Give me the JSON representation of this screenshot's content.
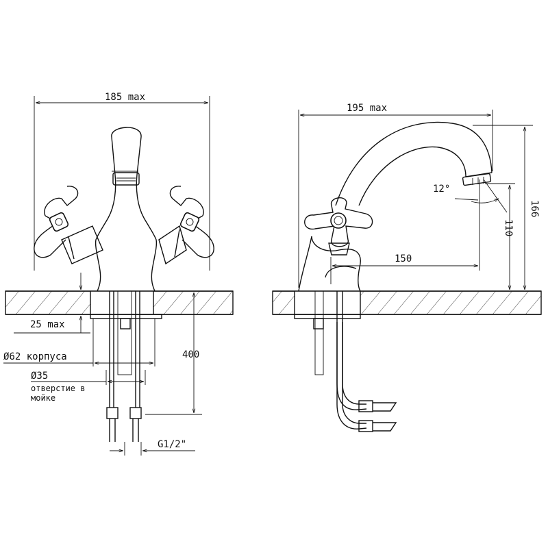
{
  "front_view": {
    "width_label": "185 max",
    "clamp_label": "25 max",
    "body_diameter_label": "Ø62 корпуса",
    "hole_diameter_label": "Ø35",
    "hole_note_line1": "отверстие в",
    "hole_note_line2": "мойке",
    "hose_length_label": "400",
    "thread_label": "G1/2\""
  },
  "side_view": {
    "reach_label": "195 max",
    "angle_label": "12°",
    "overall_height_label": "166",
    "spout_height_label": "110",
    "spout_reach_label": "150"
  }
}
